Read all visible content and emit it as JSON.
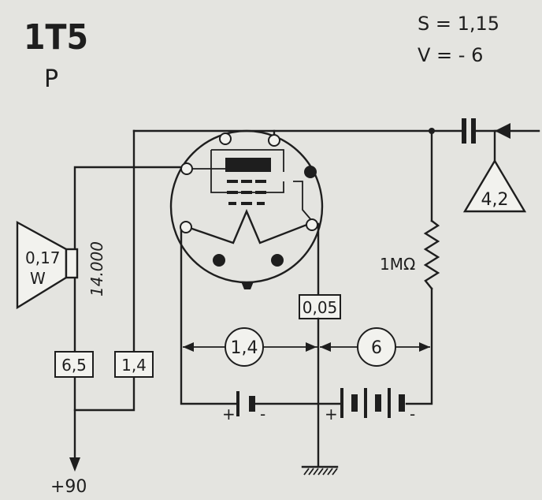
{
  "tube": {
    "type": "1T5",
    "mode": "P"
  },
  "params": {
    "s": "S = 1,15",
    "v": "V = - 6"
  },
  "speaker": {
    "power": "0,17",
    "unit": "W",
    "impedance": "14.000"
  },
  "boxes": {
    "plate_current": "6,5",
    "screen_current": "1,4",
    "grid_current": "0,05"
  },
  "circles": {
    "filament_voltage": "1,4",
    "bias_voltage": "6",
    "input_voltage": "4,2"
  },
  "resistor": {
    "value": "1MΩ"
  },
  "battery": {
    "plus": "+",
    "minus": "-"
  },
  "supply": {
    "label": "+90"
  }
}
